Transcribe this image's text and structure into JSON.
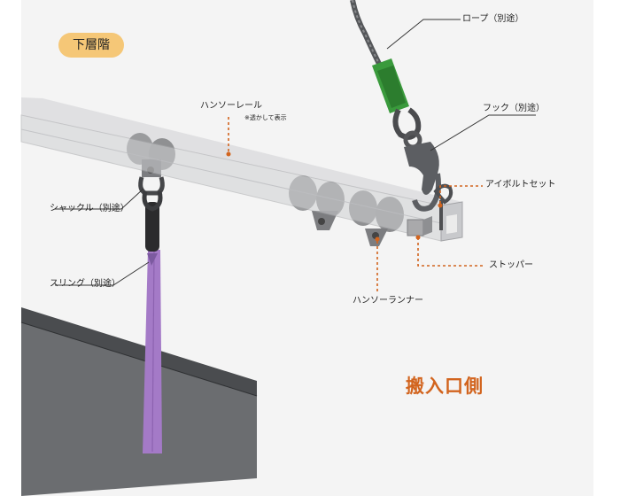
{
  "floor_badge": "下層階",
  "labels": {
    "rope": "ロープ（別途）",
    "rail": "ハンソーレール",
    "rail_note": "※透かして表示",
    "hook": "フック（別途）",
    "eyebolt": "アイボルトセット",
    "shackle": "シャックル（別途）",
    "sling": "スリング（別途）",
    "stopper": "ストッパー",
    "runner": "ハンソーランナー",
    "entrance": "搬入口側"
  },
  "colors": {
    "badge": "#f5c777",
    "leader_orange": "#d2641e",
    "sling": "#a47ac7",
    "rope_sleeve": "#3a9a3c",
    "panel": "#696b6e"
  }
}
